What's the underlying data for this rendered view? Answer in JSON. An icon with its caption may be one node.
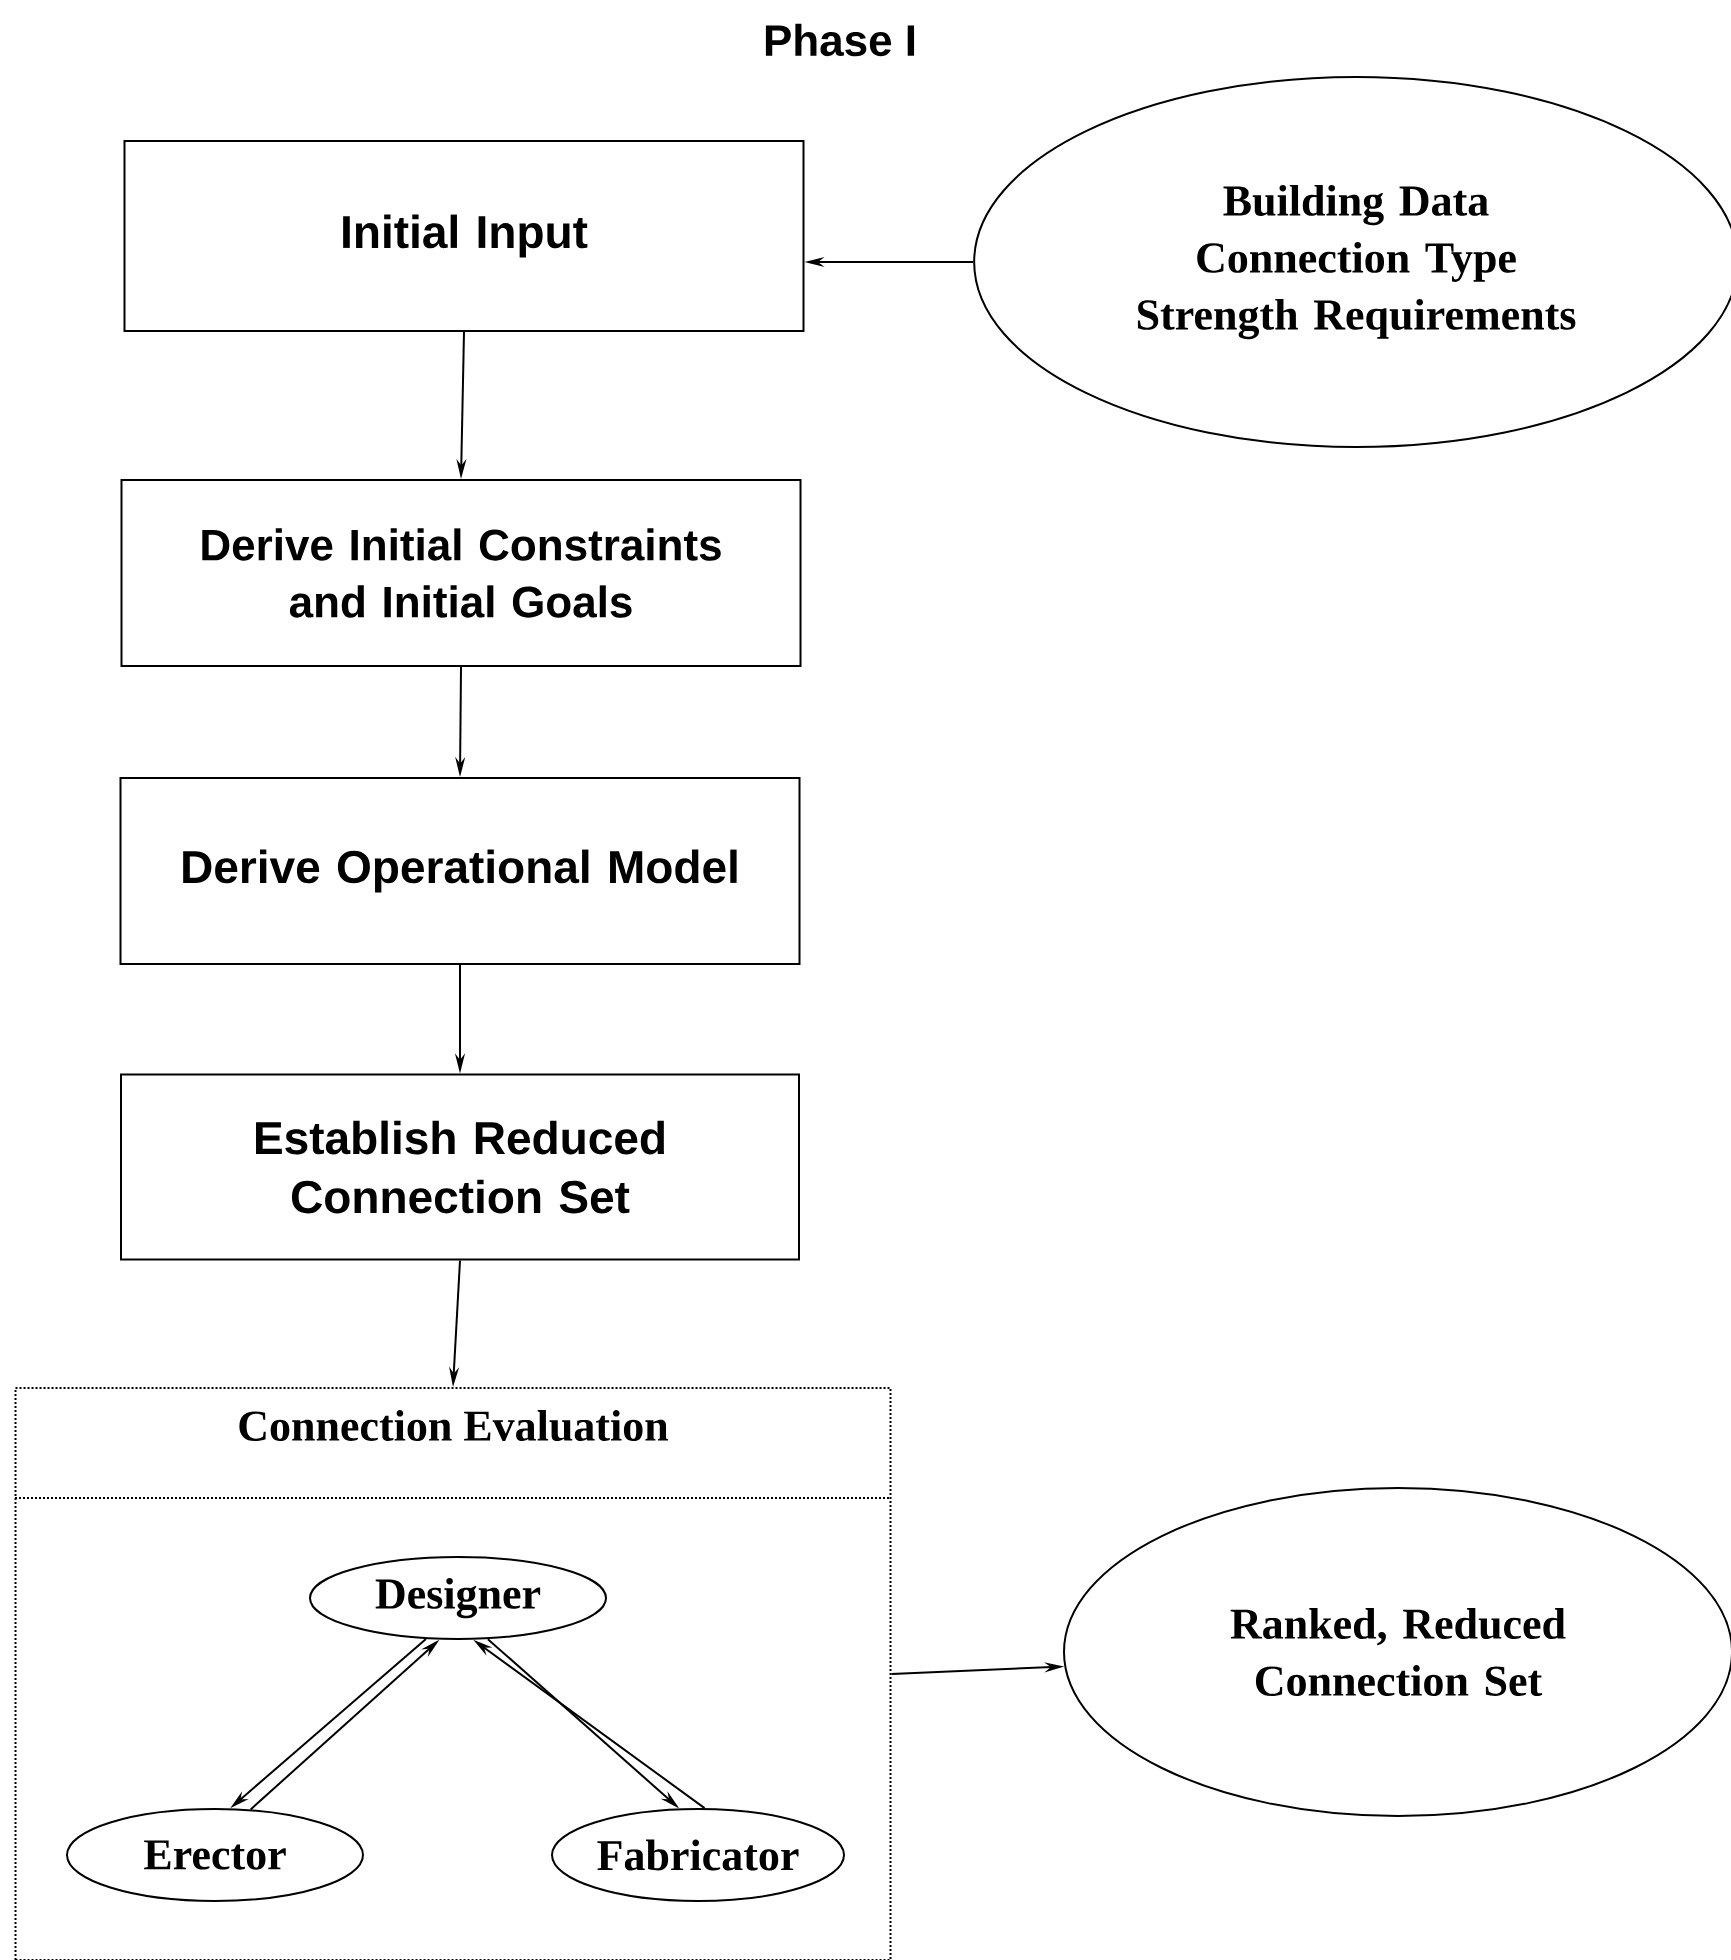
{
  "diagram": {
    "title": "Phase I",
    "nodes": [
      {
        "text": [
          "Initial Input"
        ]
      },
      {
        "text": [
          "Building Data",
          "Connection Type",
          "Strength Requirements"
        ]
      },
      {
        "text": [
          "Derive Initial Constraints and Initial Goals"
        ]
      },
      {
        "text": [
          "Derive Operational Model"
        ]
      },
      {
        "text": [
          "Establish Reduced Connection Set"
        ]
      },
      {
        "text": [
          "Connection Evaluation"
        ]
      },
      {
        "text": [
          "Designer"
        ],
        "in": 5
      },
      {
        "text": [
          "Erector"
        ],
        "in": 5
      },
      {
        "text": [
          "Fabricator"
        ],
        "in": 5
      },
      {
        "text": [
          "Ranked, Reduced Connection Set"
        ]
      }
    ],
    "edges": [
      {
        "from": 1,
        "to": 0,
        "arrow": "to"
      },
      {
        "from": 0,
        "to": 2,
        "arrow": "to"
      },
      {
        "from": 2,
        "to": 3,
        "arrow": "to"
      },
      {
        "from": 3,
        "to": 4,
        "arrow": "to"
      },
      {
        "from": 4,
        "to": 5,
        "arrow": "to"
      },
      {
        "from": 6,
        "to": 7,
        "arrow": "to"
      },
      {
        "from": 7,
        "to": 6,
        "arrow": "to"
      },
      {
        "from": 6,
        "to": 8,
        "arrow": "to"
      },
      {
        "from": 8,
        "to": 6,
        "arrow": "to"
      },
      {
        "from": 5,
        "to": 9,
        "arrow": "to"
      }
    ]
  }
}
